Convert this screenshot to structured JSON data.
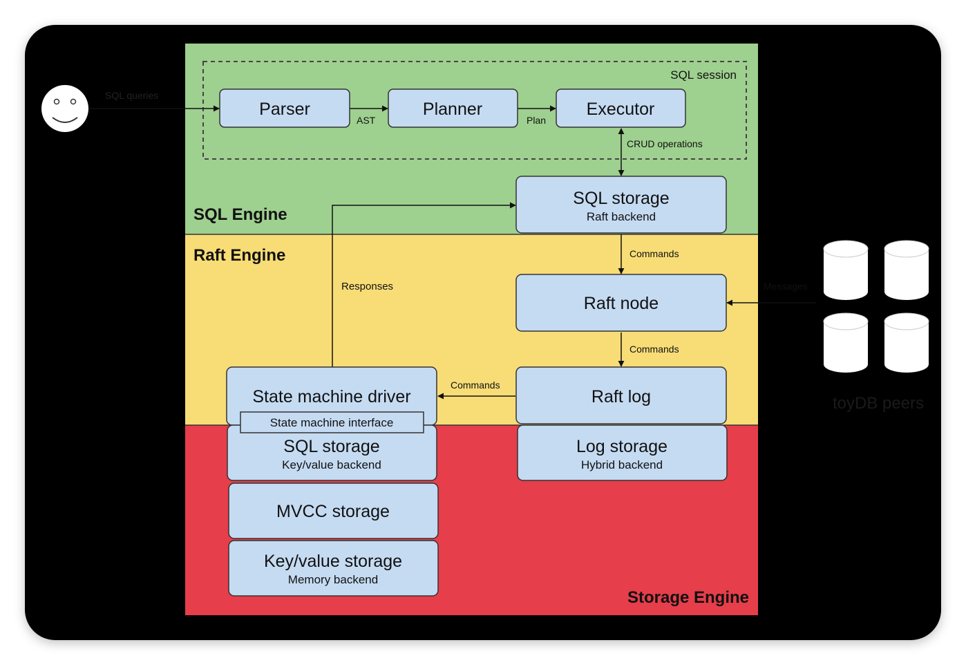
{
  "user": {
    "icon": "smiley-face-icon",
    "edge_label": "SQL queries"
  },
  "engines": {
    "sql": {
      "label": "SQL Engine",
      "color": "#9ed08f"
    },
    "raft": {
      "label": "Raft Engine",
      "color": "#f8dc76"
    },
    "storage": {
      "label": "Storage Engine",
      "color": "#e63e4a"
    }
  },
  "session": {
    "label": "SQL session"
  },
  "nodes": {
    "parser": {
      "title": "Parser"
    },
    "planner": {
      "title": "Planner"
    },
    "executor": {
      "title": "Executor"
    },
    "sql_storage_raft": {
      "title": "SQL storage",
      "subtitle": "Raft backend"
    },
    "raft_node": {
      "title": "Raft node"
    },
    "raft_log": {
      "title": "Raft log"
    },
    "state_machine_driver": {
      "title": "State machine driver"
    },
    "state_machine_interface": {
      "title": "State machine interface"
    },
    "sql_storage_kv": {
      "title": "SQL storage",
      "subtitle": "Key/value backend"
    },
    "mvcc_storage": {
      "title": "MVCC storage"
    },
    "kv_storage": {
      "title": "Key/value storage",
      "subtitle": "Memory backend"
    },
    "log_storage": {
      "title": "Log storage",
      "subtitle": "Hybrid backend"
    }
  },
  "edges": {
    "ast": "AST",
    "plan": "Plan",
    "crud": "CRUD operations",
    "commands_1": "Commands",
    "commands_2": "Commands",
    "commands_3": "Commands",
    "responses": "Responses",
    "messages": "Messages"
  },
  "peers": {
    "label": "toyDB peers",
    "icon": "database-cylinder-icon"
  },
  "colors": {
    "node_fill": "#c5dbf2",
    "node_stroke": "#333333",
    "background": "#000000",
    "peer_label": "#1a1a1a"
  }
}
